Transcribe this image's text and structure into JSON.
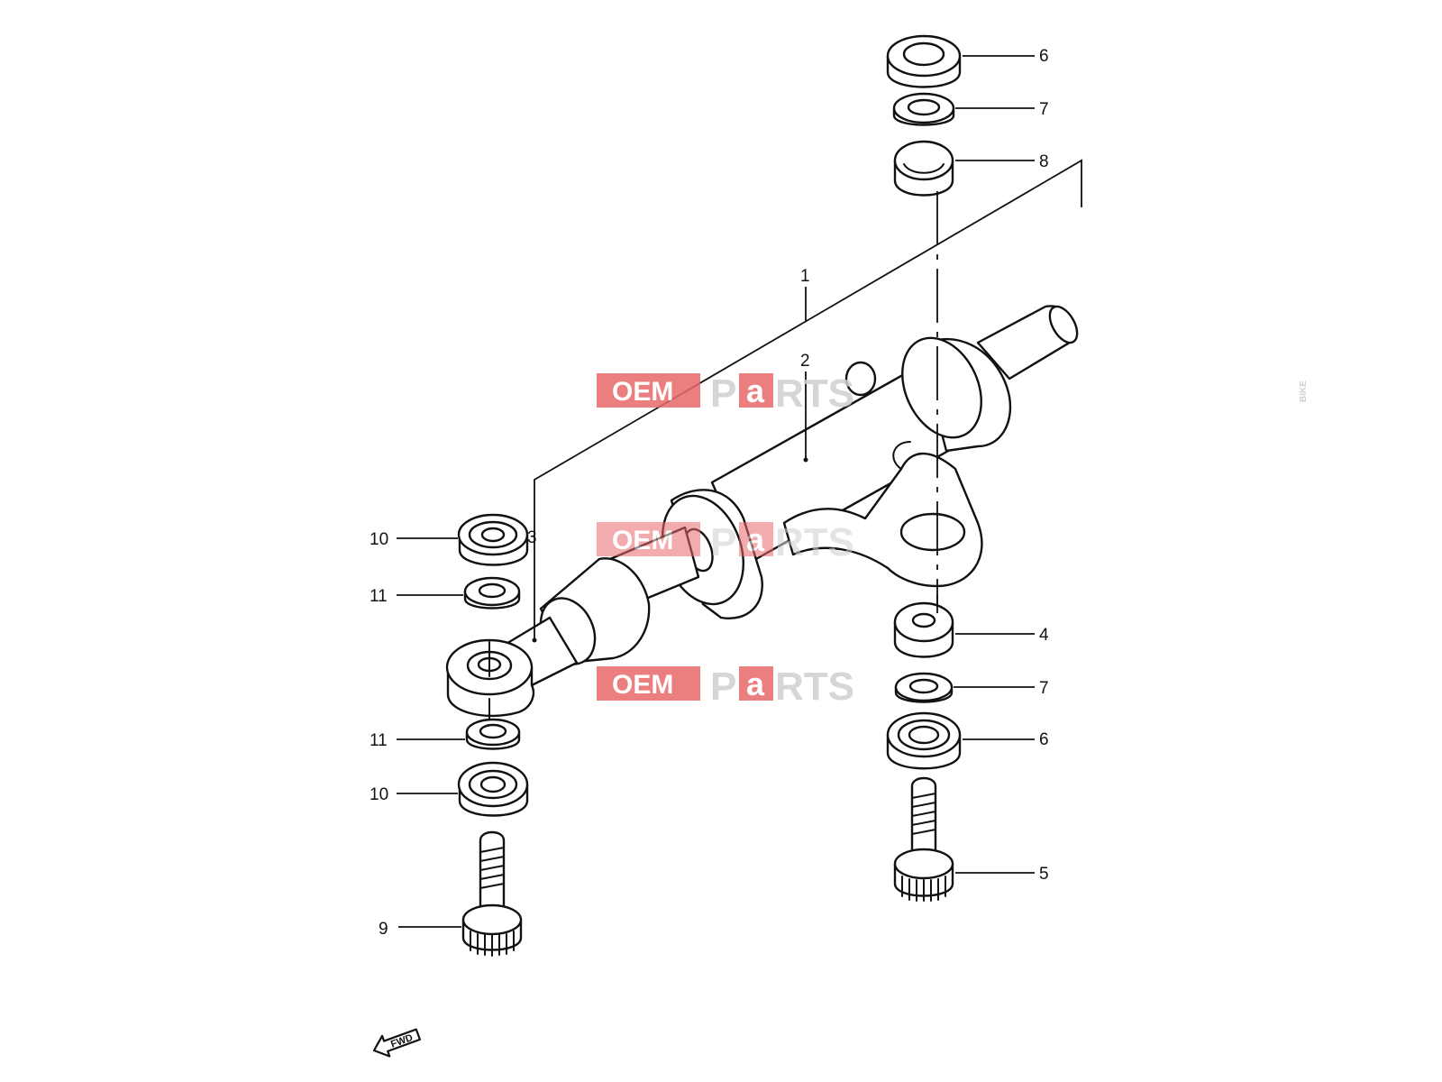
{
  "callouts": [
    {
      "id": "c6a",
      "label": "6"
    },
    {
      "id": "c7a",
      "label": "7"
    },
    {
      "id": "c8",
      "label": "8"
    },
    {
      "id": "c1",
      "label": "1"
    },
    {
      "id": "c2",
      "label": "2"
    },
    {
      "id": "c3",
      "label": "3"
    },
    {
      "id": "c10a",
      "label": "10"
    },
    {
      "id": "c11a",
      "label": "11"
    },
    {
      "id": "c4",
      "label": "4"
    },
    {
      "id": "c7b",
      "label": "7"
    },
    {
      "id": "c6b",
      "label": "6"
    },
    {
      "id": "c11b",
      "label": "11"
    },
    {
      "id": "c10b",
      "label": "10"
    },
    {
      "id": "c5",
      "label": "5"
    },
    {
      "id": "c9",
      "label": "9"
    }
  ],
  "watermark": {
    "oem": "OEM",
    "bike": "BIKE",
    "parts_p": "P",
    "parts_a": "a",
    "parts_rts": "RTS"
  },
  "fwd_label": "FWD",
  "colors": {
    "watermark_red": "#e8696b",
    "watermark_gray": "#cfcfcf",
    "ink": "#111111"
  }
}
